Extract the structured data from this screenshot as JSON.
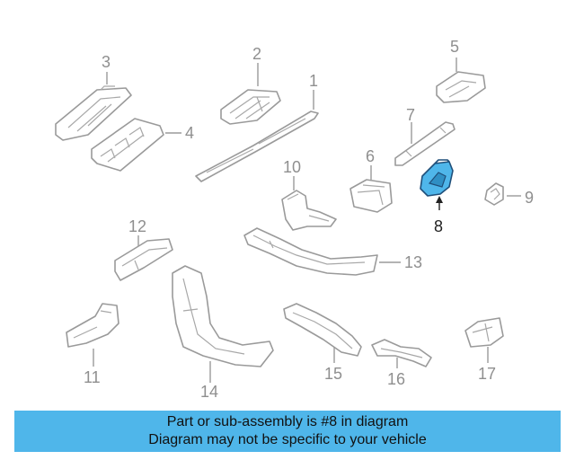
{
  "diagram": {
    "labels": [
      "1",
      "2",
      "3",
      "4",
      "5",
      "6",
      "7",
      "8",
      "9",
      "10",
      "11",
      "12",
      "13",
      "14",
      "15",
      "16",
      "17"
    ],
    "highlight_label": "8",
    "colors": {
      "highlight_fill": "#4fb6ea",
      "banner": "#4fb6ea",
      "part_stroke": "#9a9a9a"
    }
  },
  "banner": {
    "line1": "Part or sub-assembly is #8 in diagram",
    "line2": "Diagram may not be specific to your vehicle"
  }
}
